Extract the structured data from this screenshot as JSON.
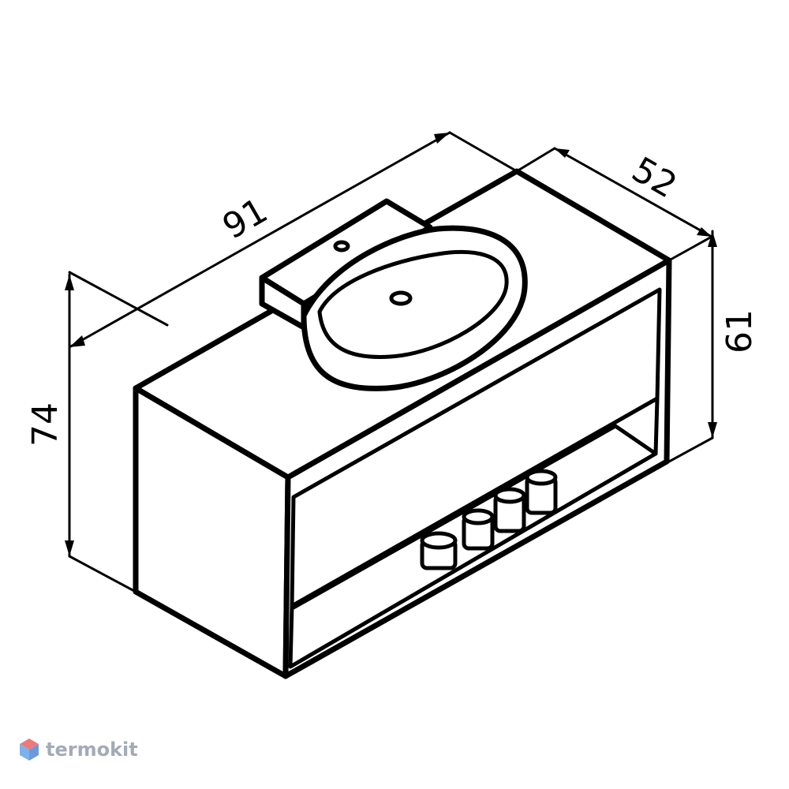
{
  "dimensions": {
    "width": "91",
    "depth": "52",
    "total_height": "74",
    "cabinet_height": "61"
  },
  "watermark": {
    "brand": "termokit",
    "colors": {
      "top": "#e85a5a",
      "left": "#5aa0e8",
      "right": "#4a7fd0"
    }
  },
  "colors": {
    "line": "#000000",
    "background": "#ffffff"
  }
}
